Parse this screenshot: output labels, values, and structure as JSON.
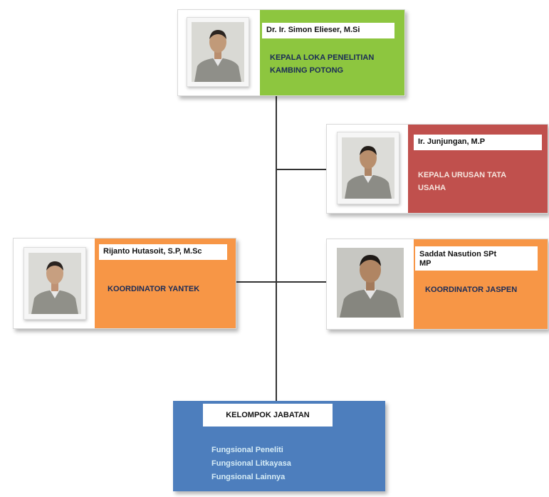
{
  "colors": {
    "green": "#8dc63f",
    "red": "#c0504d",
    "orange": "#f79646",
    "blue": "#4d7ebd",
    "role_text_dark": "#1a2b57",
    "role_text_light": "#f6e6df"
  },
  "head": {
    "name": "Dr. Ir. Simon Elieser, M.Si",
    "role_line1": "KEPALA LOKA PENELITIAN",
    "role_line2": "KAMBING POTONG"
  },
  "admin": {
    "name": "Ir. Junjungan, M.P",
    "role_line1": "KEPALA URUSAN TATA",
    "role_line2": "USAHA"
  },
  "yantek": {
    "name": "Rijanto Hutasoit, S.P, M.Sc",
    "role": "KOORDINATOR YANTEK"
  },
  "jaspen": {
    "name_line1": "Saddat Nasution SPt",
    "name_line2": "MP",
    "role": "KOORDINATOR JASPEN"
  },
  "group": {
    "title": "KELOMPOK JABATAN",
    "items": [
      "Fungsional Peneliti",
      "Fungsional Litkayasa",
      "Fungsional Lainnya"
    ]
  }
}
